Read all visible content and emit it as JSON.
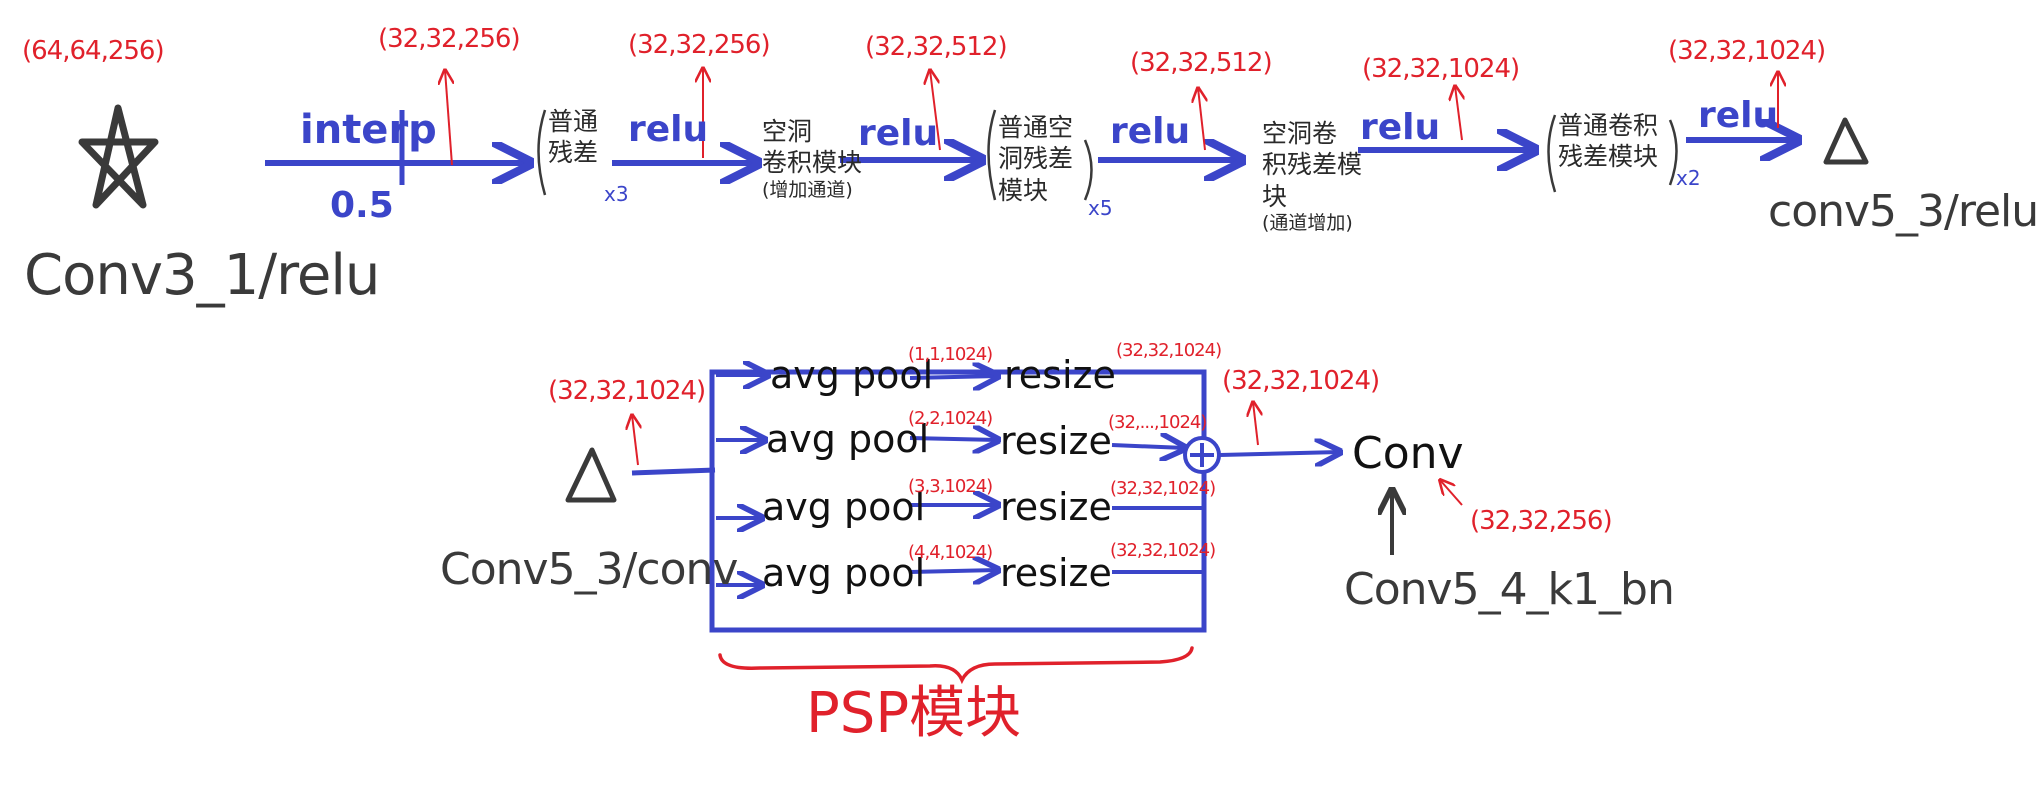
{
  "top_row": {
    "input_shape": "(64,64,256)",
    "input_label": "Conv3_1/relu",
    "interp_label": "interp",
    "interp_factor": "0.5",
    "relu_label": "relu",
    "shapes": [
      "(32,32,256)",
      "(32,32,256)",
      "(32,32,512)",
      "(32,32,512)",
      "(32,32,1024)",
      "(32,32,1024)"
    ],
    "blocks": [
      {
        "lines": [
          "普通",
          "残差"
        ],
        "repeat": "x3"
      },
      {
        "lines": [
          "空洞",
          "卷积模块",
          "(增加通道)"
        ],
        "repeat": ""
      },
      {
        "lines": [
          "普通空",
          "洞残差",
          "模块"
        ],
        "repeat": "x5"
      },
      {
        "lines": [
          "空洞卷",
          "积残差模",
          "块",
          "(通道增加)"
        ],
        "repeat": ""
      },
      {
        "lines": [
          "普通卷积",
          "残差模块"
        ],
        "repeat": "x2"
      }
    ],
    "output_label": "conv5_3/relu"
  },
  "bottom_row": {
    "input_label": "Conv5_3/conv",
    "input_shape": "(32,32,1024)",
    "branches": [
      {
        "pool": "avg pool",
        "pool_shape": "(1,1,1024)",
        "resize": "resize",
        "resize_shape": "(32,32,1024)"
      },
      {
        "pool": "avg pool",
        "pool_shape": "(2,2,1024)",
        "resize": "resize",
        "resize_shape": "(32,...,1024)"
      },
      {
        "pool": "avg pool",
        "pool_shape": "(3,3,1024)",
        "resize": "resize",
        "resize_shape": "(32,32,1024)"
      },
      {
        "pool": "avg pool",
        "pool_shape": "(4,4,1024)",
        "resize": "resize",
        "resize_shape": "(32,32,1024)"
      }
    ],
    "sum_shape": "(32,32,1024)",
    "conv_label": "Conv",
    "conv_input_label": "Conv5_4_k1_bn",
    "conv_input_shape": "(32,32,256)",
    "psp_label": "PSP模块"
  },
  "colors": {
    "blue": "#3b45c9",
    "red": "#e0212b",
    "dark": "#3a3a3a",
    "black": "#111111"
  }
}
